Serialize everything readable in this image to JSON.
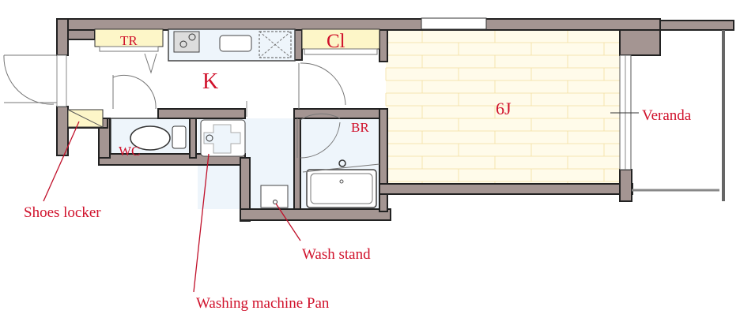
{
  "plan": {
    "rooms": {
      "toilet_tr": "TR",
      "kitchen": "K",
      "closet": "Cl",
      "toilet_wc": "WC",
      "bathroom": "BR",
      "main_room": "6J",
      "veranda": "Veranda"
    },
    "callouts": {
      "shoes_locker": "Shoes locker",
      "washing_machine_pan": "Washing machine Pan",
      "wash_stand": "Wash stand"
    },
    "colors": {
      "label": "#d0112b",
      "wall": "#a49592",
      "floor_wood": "#fffbe8",
      "floor_wet": "#eef5fb",
      "storage": "#fdf6c8"
    }
  }
}
